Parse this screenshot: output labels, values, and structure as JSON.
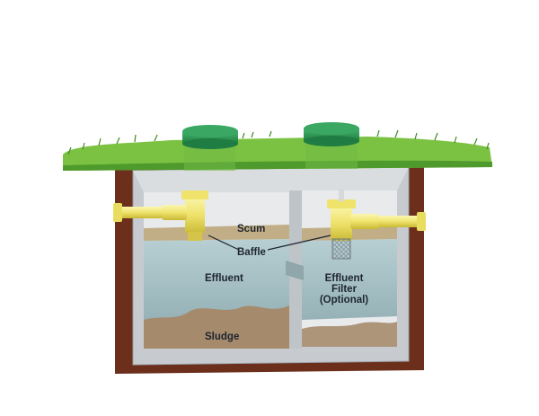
{
  "labels": {
    "scum": "Scum",
    "baffle": "Baffle",
    "effluent": "Effluent",
    "effluent_filter_line1": "Effluent",
    "effluent_filter_line2": "Filter",
    "effluent_filter_line3": "(Optional)",
    "sludge": "Sludge"
  },
  "colors": {
    "grass": "#7cc242",
    "grass_dark": "#4f9a2c",
    "soil": "#6b2f1c",
    "tank_wall": "#c9cdd1",
    "tank_interior": "#e9ebed",
    "effluent_water": "#a9c3c8",
    "scum": "#c2ae86",
    "sludge": "#a58a6c",
    "pipe": "#f2ea82",
    "lid": "#2e9a57"
  }
}
